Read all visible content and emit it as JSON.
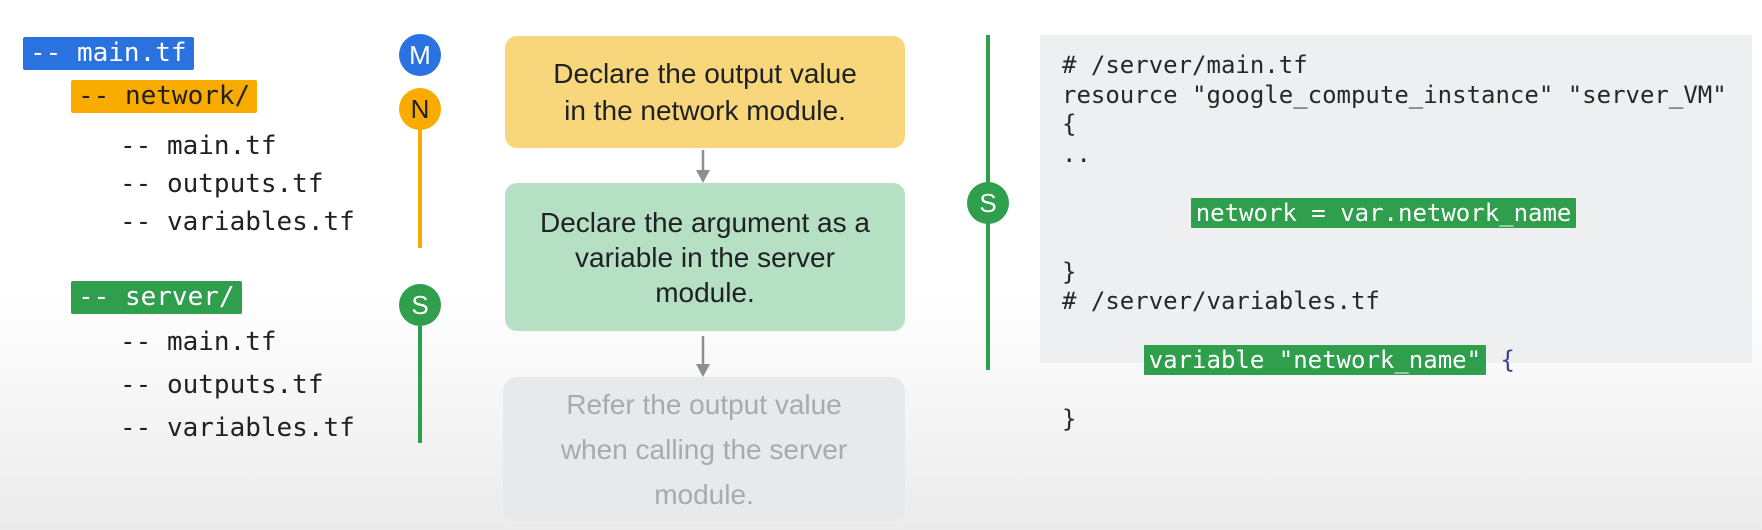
{
  "colors": {
    "blue_accent": "#2a72e0",
    "orange_accent": "#f9ab00",
    "green_accent": "#2f9e4d",
    "yellow_box_bg": "#f8d77c",
    "green_box_bg": "#b6e0c3",
    "gray_box_bg": "#e8e9ea",
    "gray_box_text": "#a7abae",
    "code_panel_bg": "#eeeff0",
    "code_brace_color": "#3f3c90",
    "arrow_color": "#8a8f94"
  },
  "file_tree": {
    "items": [
      {
        "label": "-- main.tf",
        "highlight": "blue"
      },
      {
        "label": "-- network/",
        "highlight": "orange"
      },
      {
        "label": "-- main.tf",
        "highlight": "none"
      },
      {
        "label": "-- outputs.tf",
        "highlight": "none"
      },
      {
        "label": "-- variables.tf",
        "highlight": "none"
      },
      {
        "label": "-- server/",
        "highlight": "green"
      },
      {
        "label": "-- main.tf",
        "highlight": "none"
      },
      {
        "label": "-- outputs.tf",
        "highlight": "none"
      },
      {
        "label": "-- variables.tf",
        "highlight": "none"
      }
    ]
  },
  "markers": {
    "main": {
      "letter": "M"
    },
    "network": {
      "letter": "N"
    },
    "server": {
      "letter": "S"
    },
    "code": {
      "letter": "S"
    }
  },
  "flowchart": {
    "steps": [
      {
        "text": "Declare the output value in the network module.",
        "lines": [
          "Declare the output value",
          "in the network module."
        ],
        "style": "network-yellow"
      },
      {
        "text": "Declare the argument as a variable in the server module.",
        "lines": [
          "Declare the argument as a",
          "variable in the server",
          "module."
        ],
        "style": "server-green"
      },
      {
        "text": "Refer the output value when calling the server module.",
        "lines": [
          "Refer the output value",
          "when calling the server",
          "module."
        ],
        "style": "pending-gray"
      }
    ]
  },
  "code_panel": {
    "lines": [
      {
        "text": "# /server/main.tf"
      },
      {
        "text": "resource \"google_compute_instance\" \"server_VM\""
      },
      {
        "text": "{"
      },
      {
        "text": ".."
      },
      {
        "highlight": "network = var.network_name"
      },
      {
        "text": "}"
      },
      {
        "text": "# /server/variables.tf"
      },
      {
        "highlight": "variable \"network_name\"",
        "suffix": " {"
      },
      {
        "text": "}"
      }
    ]
  }
}
